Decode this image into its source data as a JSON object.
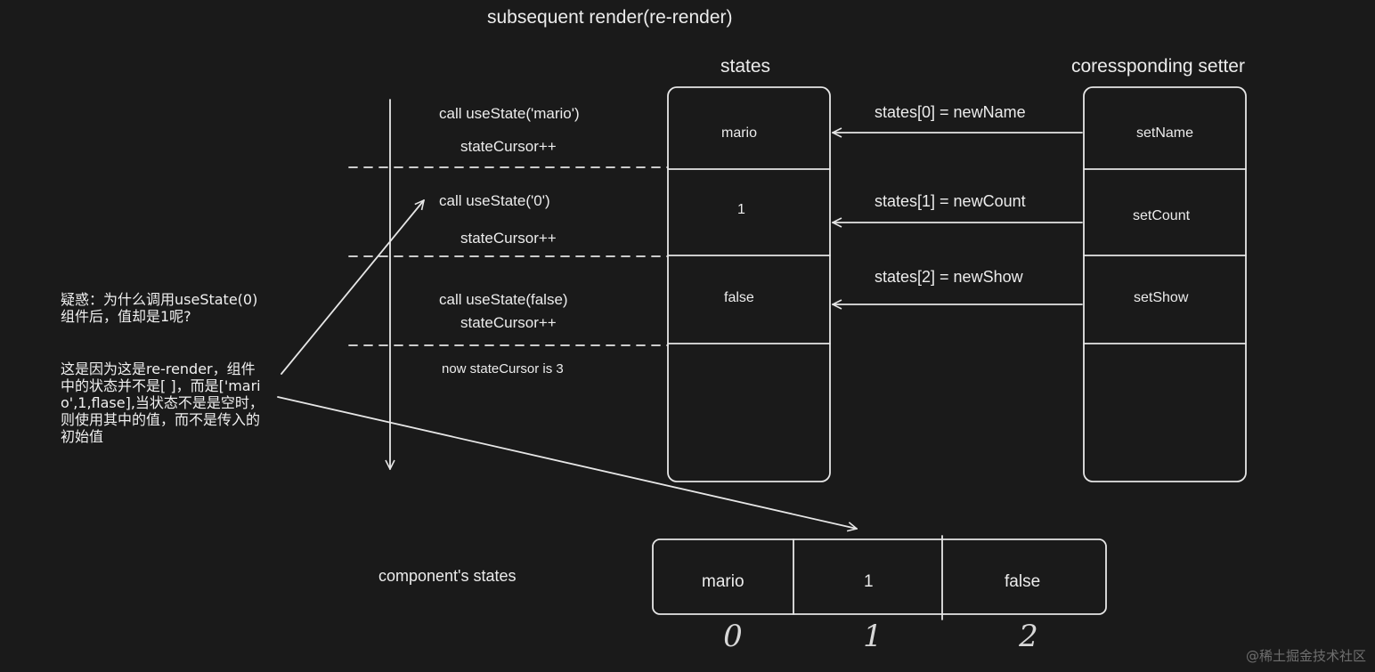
{
  "title": "subsequent render(re-render)",
  "states_header": "states",
  "setter_header": "coressponding setter",
  "calls": [
    {
      "call": "call useState('mario')",
      "cursor": "stateCursor++"
    },
    {
      "call": "call useState('0')",
      "cursor": "stateCursor++"
    },
    {
      "call": "call useState(false)",
      "cursor": "stateCursor++"
    }
  ],
  "final_cursor": "now stateCursor is 3",
  "states": [
    "mario",
    "1",
    "false"
  ],
  "setters": [
    "setName",
    "setCount",
    "setShow"
  ],
  "assignments": [
    "states[0] = newName",
    "states[1] = newCount",
    "states[2] = newShow"
  ],
  "note": {
    "question": "疑惑：为什么调用useState(0)组件后，值却是1呢?",
    "answer": "这是因为这是re-render，组件中的状态并不是[ ]，而是['mario',1,flase],当状态不是是空时，则使用其中的值，而不是传入的初始值"
  },
  "component_label": "component's states",
  "component_states": [
    "mario",
    "1",
    "false"
  ],
  "indices": [
    "0",
    "1",
    "2"
  ],
  "watermark": "@稀土掘金技术社区",
  "colors": {
    "background": "#1a1a1a",
    "stroke": "#e6e6e6",
    "text": "#ececec"
  }
}
